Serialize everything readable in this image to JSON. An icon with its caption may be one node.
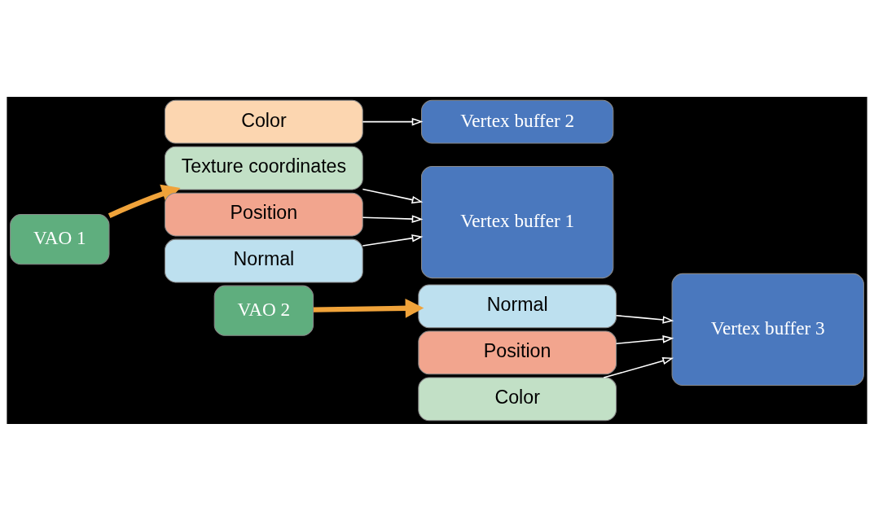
{
  "diagram": {
    "nodes": [
      {
        "text": [
          "VAO 1"
        ]
      },
      {
        "text": [
          "Position"
        ]
      },
      {
        "text": [
          "Texture coordinates"
        ]
      },
      {
        "text": [
          "Normal"
        ]
      },
      {
        "text": [
          "Color"
        ]
      },
      {
        "text": [
          "Vertex buffer 1"
        ]
      },
      {
        "text": [
          "Vertex buffer 2"
        ]
      },
      {
        "text": [
          "VAO 2"
        ]
      },
      {
        "text": [
          "Position"
        ]
      },
      {
        "text": [
          "Normal"
        ]
      },
      {
        "text": [
          "Color"
        ]
      },
      {
        "text": [
          "Vertex buffer 3"
        ]
      }
    ],
    "edges": [
      {
        "from": 0,
        "to": 2,
        "arrow": "to",
        "style": "thick",
        "color": "#f0a33a"
      },
      {
        "from": 1,
        "to": 5,
        "arrow": "to"
      },
      {
        "from": 2,
        "to": 5,
        "arrow": "to"
      },
      {
        "from": 3,
        "to": 5,
        "arrow": "to"
      },
      {
        "from": 4,
        "to": 6,
        "arrow": "to"
      },
      {
        "from": 7,
        "to": 9,
        "arrow": "to",
        "style": "thick",
        "color": "#f0a33a"
      },
      {
        "from": 8,
        "to": 11,
        "arrow": "to"
      },
      {
        "from": 9,
        "to": 11,
        "arrow": "to"
      },
      {
        "from": 10,
        "to": 11,
        "arrow": "to"
      }
    ]
  }
}
